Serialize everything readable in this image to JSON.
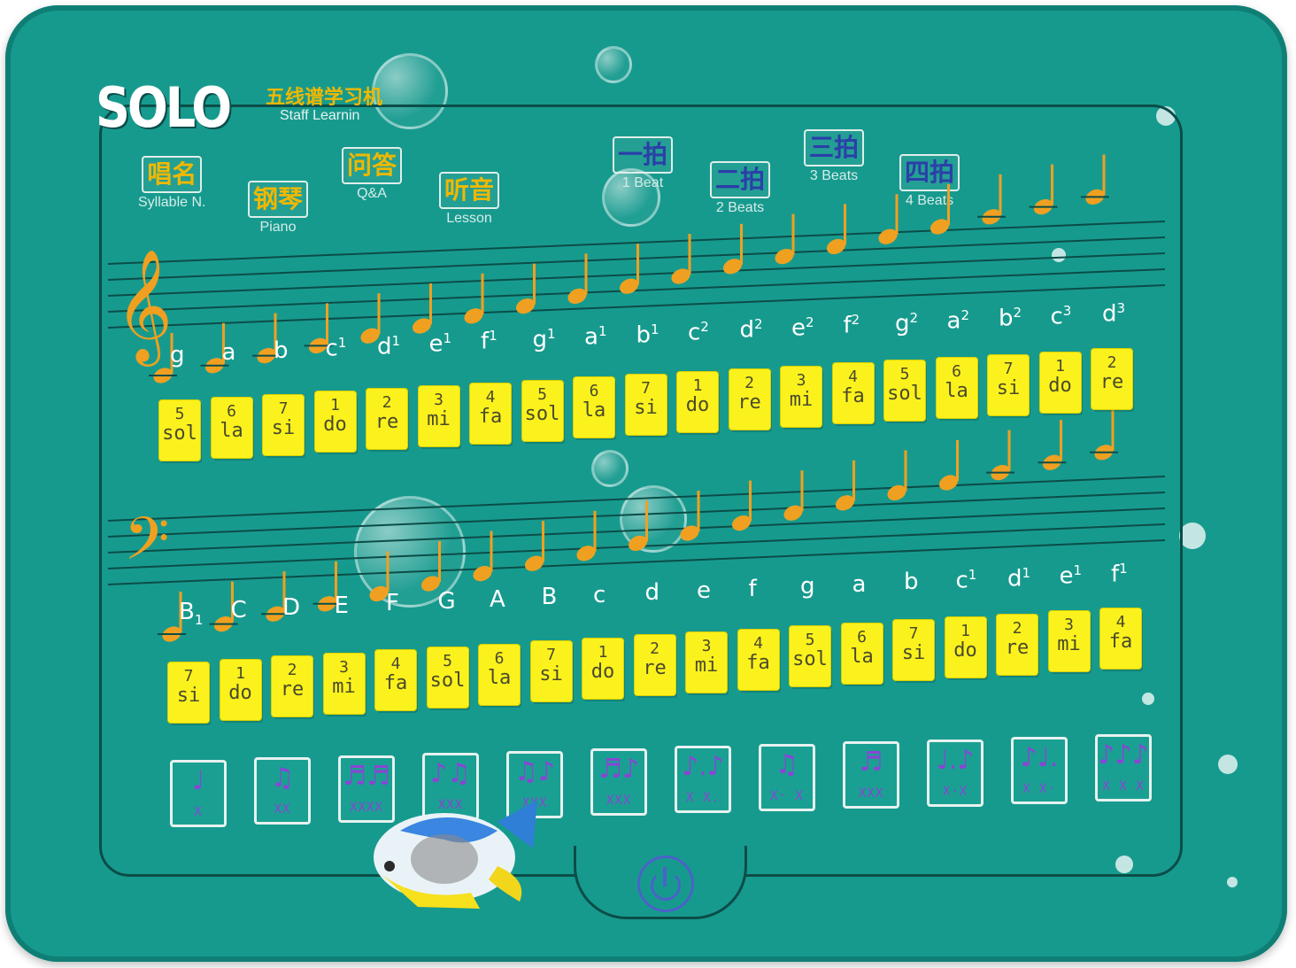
{
  "brand": {
    "logo": "SOLO",
    "title_cn": "五线谱学习机",
    "title_en": "Staff Learnin"
  },
  "modes": [
    {
      "cn": "唱名",
      "en": "Syllable N."
    },
    {
      "cn": "钢琴",
      "en": "Piano"
    },
    {
      "cn": "问答",
      "en": "Q&A"
    },
    {
      "cn": "听音",
      "en": "Lesson"
    }
  ],
  "beats": [
    {
      "cn": "一拍",
      "en": "1 Beat"
    },
    {
      "cn": "二拍",
      "en": "2 Beats"
    },
    {
      "cn": "三拍",
      "en": "3 Beats"
    },
    {
      "cn": "四拍",
      "en": "4 Beats"
    }
  ],
  "treble": {
    "clef": "𝄞",
    "notes": [
      {
        "name": "g",
        "sup": ""
      },
      {
        "name": "a",
        "sup": ""
      },
      {
        "name": "b",
        "sup": ""
      },
      {
        "name": "c",
        "sup": "1"
      },
      {
        "name": "d",
        "sup": "1"
      },
      {
        "name": "e",
        "sup": "1"
      },
      {
        "name": "f",
        "sup": "1"
      },
      {
        "name": "g",
        "sup": "1"
      },
      {
        "name": "a",
        "sup": "1"
      },
      {
        "name": "b",
        "sup": "1"
      },
      {
        "name": "c",
        "sup": "2"
      },
      {
        "name": "d",
        "sup": "2"
      },
      {
        "name": "e",
        "sup": "2"
      },
      {
        "name": "f",
        "sup": "2"
      },
      {
        "name": "g",
        "sup": "2"
      },
      {
        "name": "a",
        "sup": "2"
      },
      {
        "name": "b",
        "sup": "2"
      },
      {
        "name": "c",
        "sup": "3"
      },
      {
        "name": "d",
        "sup": "3"
      }
    ],
    "keys": [
      {
        "num": "5",
        "syl": "sol"
      },
      {
        "num": "6",
        "syl": "la"
      },
      {
        "num": "7",
        "syl": "si"
      },
      {
        "num": "1",
        "syl": "do"
      },
      {
        "num": "2",
        "syl": "re"
      },
      {
        "num": "3",
        "syl": "mi"
      },
      {
        "num": "4",
        "syl": "fa"
      },
      {
        "num": "5",
        "syl": "sol"
      },
      {
        "num": "6",
        "syl": "la"
      },
      {
        "num": "7",
        "syl": "si"
      },
      {
        "num": "1",
        "syl": "do"
      },
      {
        "num": "2",
        "syl": "re"
      },
      {
        "num": "3",
        "syl": "mi"
      },
      {
        "num": "4",
        "syl": "fa"
      },
      {
        "num": "5",
        "syl": "sol"
      },
      {
        "num": "6",
        "syl": "la"
      },
      {
        "num": "7",
        "syl": "si"
      },
      {
        "num": "1",
        "syl": "do"
      },
      {
        "num": "2",
        "syl": "re"
      }
    ]
  },
  "bass": {
    "clef": "𝄢",
    "notes": [
      {
        "name": "B",
        "sub": "1"
      },
      {
        "name": "C",
        "sub": ""
      },
      {
        "name": "D",
        "sub": ""
      },
      {
        "name": "E",
        "sub": ""
      },
      {
        "name": "F",
        "sub": ""
      },
      {
        "name": "G",
        "sub": ""
      },
      {
        "name": "A",
        "sub": ""
      },
      {
        "name": "B",
        "sub": ""
      },
      {
        "name": "c",
        "sup": ""
      },
      {
        "name": "d",
        "sup": ""
      },
      {
        "name": "e",
        "sup": ""
      },
      {
        "name": "f",
        "sup": ""
      },
      {
        "name": "g",
        "sup": ""
      },
      {
        "name": "a",
        "sup": ""
      },
      {
        "name": "b",
        "sup": ""
      },
      {
        "name": "c",
        "sup": "1"
      },
      {
        "name": "d",
        "sup": "1"
      },
      {
        "name": "e",
        "sup": "1"
      },
      {
        "name": "f",
        "sup": "1"
      }
    ],
    "keys": [
      {
        "num": "7",
        "syl": "si"
      },
      {
        "num": "1",
        "syl": "do"
      },
      {
        "num": "2",
        "syl": "re"
      },
      {
        "num": "3",
        "syl": "mi"
      },
      {
        "num": "4",
        "syl": "fa"
      },
      {
        "num": "5",
        "syl": "sol"
      },
      {
        "num": "6",
        "syl": "la"
      },
      {
        "num": "7",
        "syl": "si"
      },
      {
        "num": "1",
        "syl": "do"
      },
      {
        "num": "2",
        "syl": "re"
      },
      {
        "num": "3",
        "syl": "mi"
      },
      {
        "num": "4",
        "syl": "fa"
      },
      {
        "num": "5",
        "syl": "sol"
      },
      {
        "num": "6",
        "syl": "la"
      },
      {
        "num": "7",
        "syl": "si"
      },
      {
        "num": "1",
        "syl": "do"
      },
      {
        "num": "2",
        "syl": "re"
      },
      {
        "num": "3",
        "syl": "mi"
      },
      {
        "num": "4",
        "syl": "fa"
      }
    ]
  },
  "rhythm_buttons": [
    {
      "glyph": "♩",
      "rhythm": "X"
    },
    {
      "glyph": "♫",
      "rhythm": "XX"
    },
    {
      "glyph": "♬♬",
      "rhythm": "XXXX"
    },
    {
      "glyph": "♪♫",
      "rhythm": "XXX"
    },
    {
      "glyph": "♫♪",
      "rhythm": "XXX"
    },
    {
      "glyph": "♬♪",
      "rhythm": "XXX"
    },
    {
      "glyph": "♪.♪",
      "rhythm": "X X."
    },
    {
      "glyph": "♫",
      "rhythm": "X· X"
    },
    {
      "glyph": "♬",
      "rhythm": "XXX"
    },
    {
      "glyph": "♩.♪",
      "rhythm": "X·X"
    },
    {
      "glyph": "♪♩.",
      "rhythm": "X X·"
    },
    {
      "glyph": "♪♪♪",
      "rhythm": "X X X"
    }
  ],
  "colors": {
    "body": "#179a8e",
    "key": "#fbf21d",
    "note": "#f0a020",
    "accent_cn": "#f0b800",
    "beat_cn": "#2b3fa8",
    "rhythm": "#8a44d6"
  },
  "power": {
    "icon": "power-icon"
  }
}
